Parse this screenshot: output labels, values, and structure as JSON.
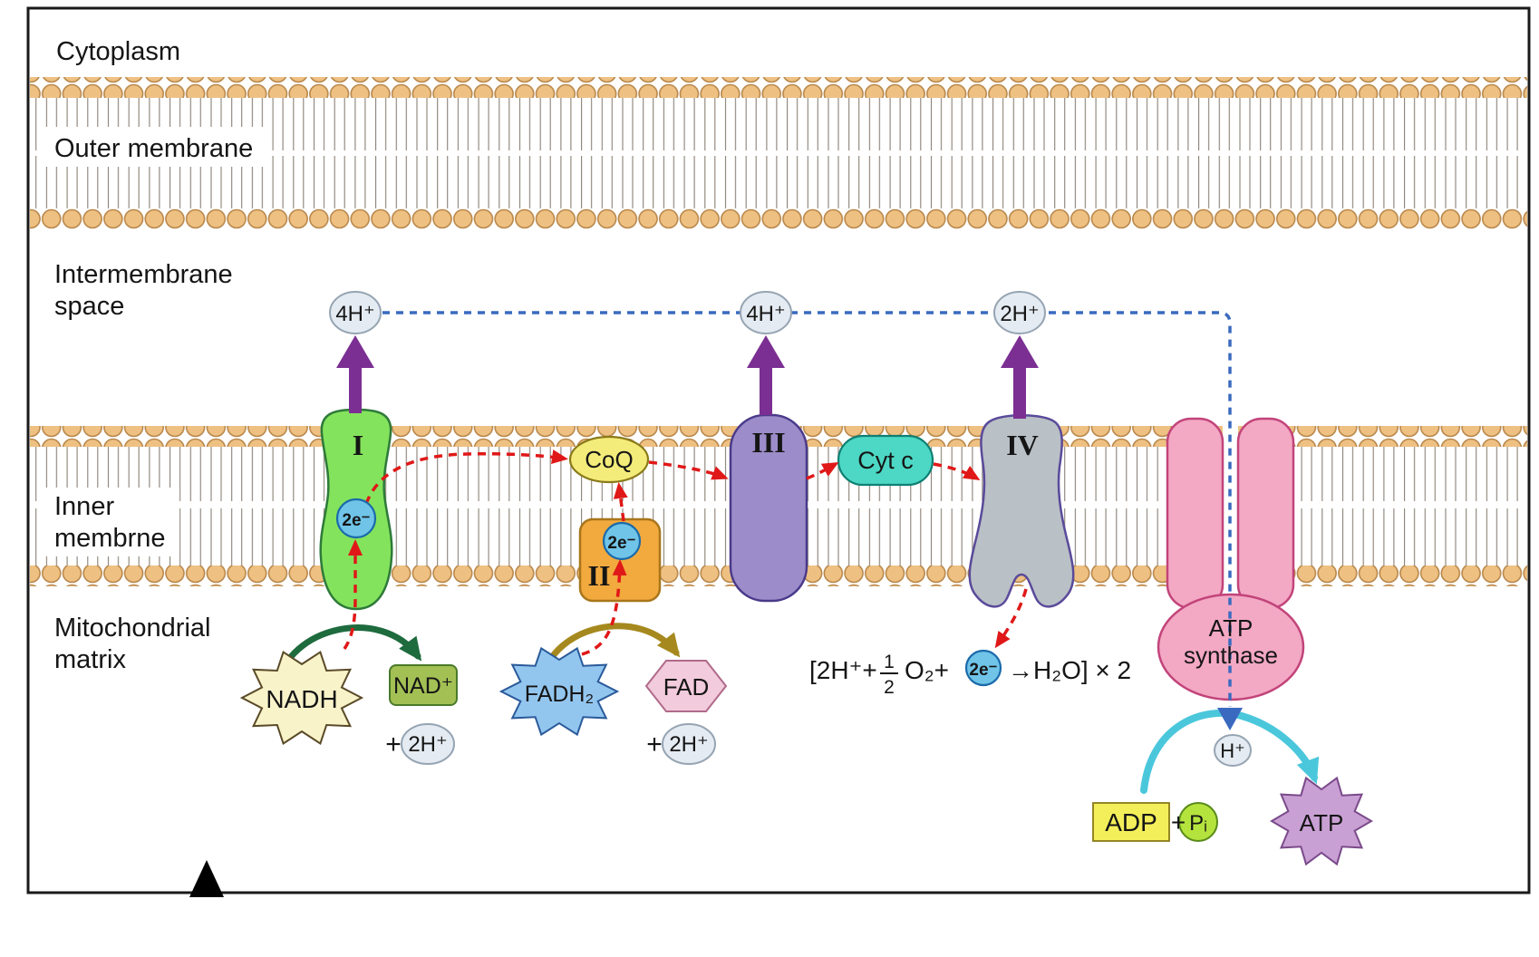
{
  "regions": {
    "cytoplasm": "Cytoplasm",
    "outer_membrane": "Outer membrane",
    "intermembrane_space": [
      "Intermembrane",
      "space"
    ],
    "inner_membrane": [
      "Inner",
      "membrne"
    ],
    "matrix": [
      "Mitochondrial",
      "matrix"
    ]
  },
  "complexes": {
    "i": {
      "label": "I",
      "electrons": "2e⁻"
    },
    "ii": {
      "label": "II",
      "electrons": "2e⁻"
    },
    "iii": {
      "label": "III"
    },
    "iv": {
      "label": "IV"
    },
    "coq": {
      "label": "CoQ"
    },
    "cyt_c": {
      "label": "Cyt c"
    },
    "atp_synthase": {
      "label": [
        "ATP",
        "synthase"
      ]
    }
  },
  "proton_transport": {
    "complex_i_pumped": "4H⁺",
    "complex_iii_pumped": "4H⁺",
    "complex_iv_pumped": "2H⁺",
    "synthase_proton": "H⁺"
  },
  "matrix_reactions": {
    "nadh": "NADH",
    "nad": "NAD⁺",
    "nad_plus_sign": "+",
    "nad_protons": "2H⁺",
    "fadh2": "FADH₂",
    "fad": "FAD",
    "fad_plus_sign": "+",
    "fad_protons": "2H⁺",
    "oxygen_reaction": {
      "part1": "[2H⁺+",
      "fraction_numerator": "1",
      "fraction_denominator": "2",
      "part2": "O₂+",
      "electrons": "2e⁻",
      "part3": "→H₂O] × 2"
    },
    "adp": "ADP",
    "adp_plus_sign": "+",
    "pi": "Pᵢ",
    "atp": "ATP"
  },
  "colors": {
    "lipid_head": "#eec183",
    "lipid_tail": "#8a8075",
    "complex_i": "#84e35c",
    "complex_ii": "#f2a93e",
    "complex_iii": "#9c8cc9",
    "complex_iv": "#b9c0c6",
    "coq": "#f4ec7a",
    "cyt_c": "#4cd8c4",
    "atp_synthase": "#f3a8c4",
    "electron_circle": "#6fc4e8",
    "proton_circle": "#e4ebf2",
    "electron_path_red": "#e01818",
    "proton_path_blue": "#3a6abf",
    "pump_arrow_purple": "#7b2f92",
    "nadh_arrow_green": "#1e6b3e",
    "fadh_arrow_olive": "#a6891e",
    "atp_arrow_cyan": "#4bc7dc"
  }
}
